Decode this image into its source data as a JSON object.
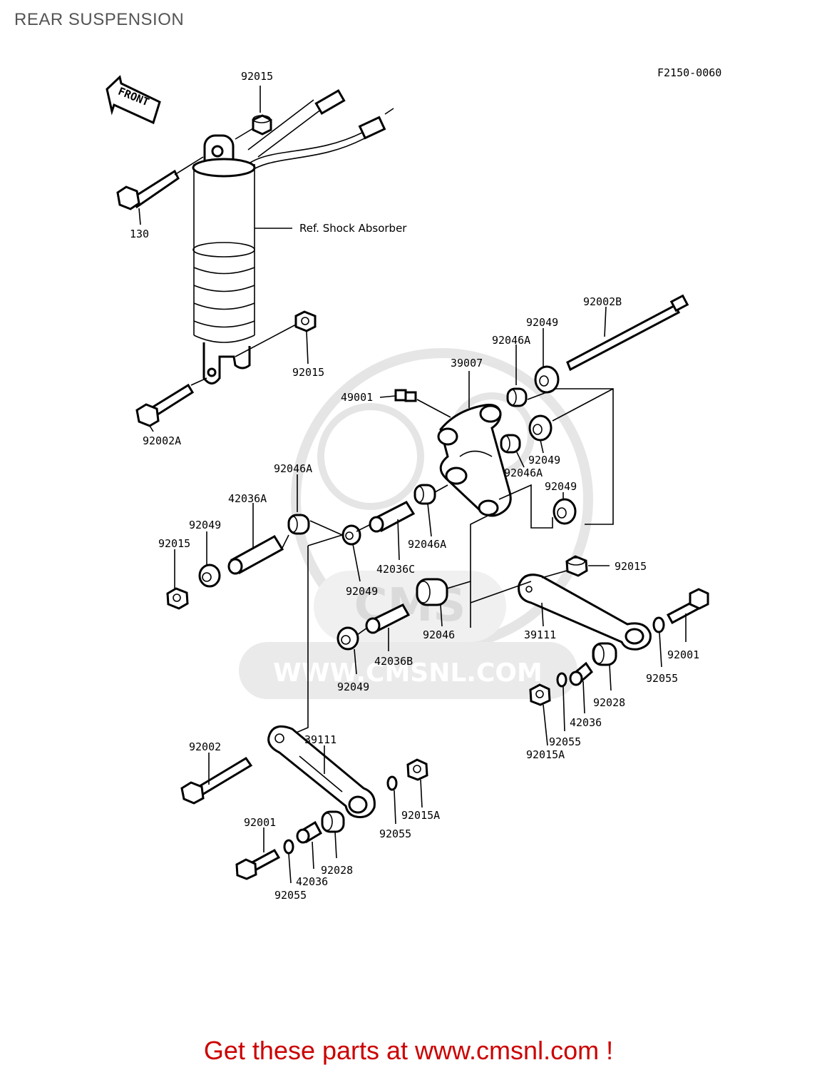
{
  "header": {
    "title": "REAR SUSPENSION"
  },
  "diagram": {
    "figure_code": "F2150-0060",
    "front_arrow_text": "FRONT",
    "watermark_text": "WWW.CMSNL.COM",
    "watermark_logo_text": "CMS",
    "reference_label": "Ref. Shock Absorber",
    "part_labels": {
      "n92015_top": "92015",
      "n130": "130",
      "n92015_shock_low": "92015",
      "n92002A": "92002A",
      "n92002B": "92002B",
      "n92049_top": "92049",
      "n92046A_top": "92046A",
      "n39007": "39007",
      "n49001": "49001",
      "n92049_mid_r": "92049",
      "n92046A_mid_r": "92046A",
      "n92049_r2": "92049",
      "n92046A_left": "92046A",
      "n42036A": "42036A",
      "n92049_left": "92049",
      "n92015_left": "92015",
      "n92046A_center": "92046A",
      "n42036C": "42036C",
      "n92049_center": "92049",
      "n92046": "92046",
      "n42036B": "42036B",
      "n92049_lower": "92049",
      "n92015_right": "92015",
      "n39111_right": "39111",
      "n92001_right": "92001",
      "n92055_right": "92055",
      "n92028_right": "92028",
      "n42036_right": "42036",
      "n92055_right2": "92055",
      "n92015A_right": "92015A",
      "n92002": "92002",
      "n39111_lower": "39111",
      "n92055_lower": "92055",
      "n92015A_lower": "92015A",
      "n92001_lower": "92001",
      "n42036_lower": "42036",
      "n92028_lower": "92028",
      "n92055_lower2": "92055"
    }
  },
  "footer": {
    "cta": "Get these parts at www.cmsnl.com !"
  }
}
